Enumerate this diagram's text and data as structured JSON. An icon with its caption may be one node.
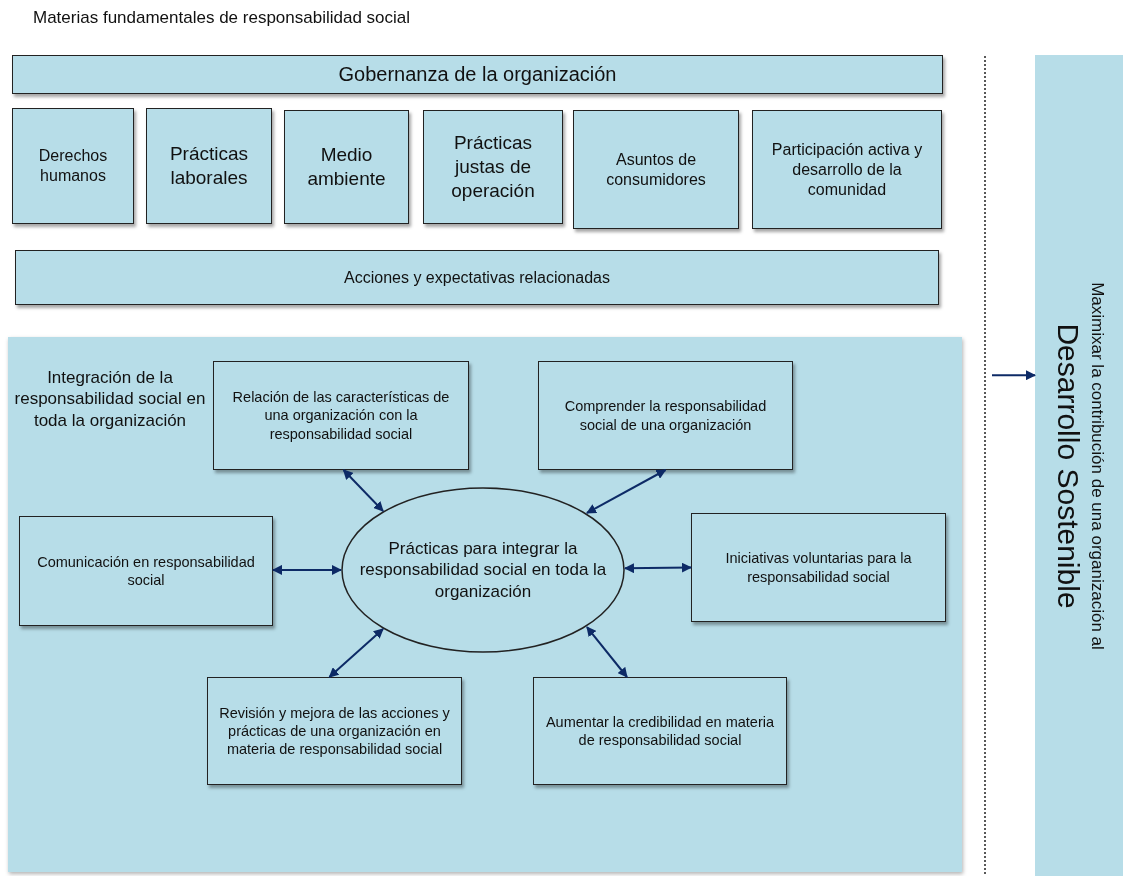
{
  "diagram": {
    "title": "Materias fundamentales de responsabilidad social",
    "nodes": [
      {
        "text": [
          "Gobernanza de la organización"
        ]
      },
      {
        "text": [
          "Derechos humanos"
        ]
      },
      {
        "text": [
          "Prácticas laborales"
        ]
      },
      {
        "text": [
          "Medio ambiente"
        ]
      },
      {
        "text": [
          "Prácticas justas de operación"
        ]
      },
      {
        "text": [
          "Asuntos de consumidores"
        ]
      },
      {
        "text": [
          "Participación activa y desarrollo de la comunidad"
        ]
      },
      {
        "text": [
          "Acciones y expectativas relacionadas"
        ]
      },
      {
        "text": [
          "Integración de la responsabilidad social en toda la organización"
        ]
      },
      {
        "text": [
          "Relación de las características de una organización con la responsabilidad social"
        ],
        "in": 8
      },
      {
        "text": [
          "Comprender la responsabilidad social de una organización"
        ],
        "in": 8
      },
      {
        "text": [
          "Comunicación en responsabilidad social"
        ],
        "in": 8
      },
      {
        "text": [
          "Prácticas para integrar la responsabilidad social en toda la organización"
        ],
        "in": 8
      },
      {
        "text": [
          "Iniciativas voluntarias para la responsabilidad social"
        ],
        "in": 8
      },
      {
        "text": [
          "Revisión y mejora de las acciones y prácticas de una organización en materia de responsabilidad social"
        ],
        "in": 8
      },
      {
        "text": [
          "Aumentar la credibilidad en materia de responsabilidad social"
        ],
        "in": 8
      },
      {
        "text": [
          "Maximixar la contribución de una organización al",
          "Desarrollo Sostenible"
        ]
      }
    ],
    "edges": [
      {
        "from": 12,
        "to": 9,
        "arrow": "both"
      },
      {
        "from": 12,
        "to": 10,
        "arrow": "both"
      },
      {
        "from": 12,
        "to": 11,
        "arrow": "both"
      },
      {
        "from": 12,
        "to": 13,
        "arrow": "both"
      },
      {
        "from": 12,
        "to": 14,
        "arrow": "both"
      },
      {
        "from": 12,
        "to": 15,
        "arrow": "both"
      },
      {
        "from": null,
        "to": 16,
        "arrow": "to"
      }
    ]
  }
}
